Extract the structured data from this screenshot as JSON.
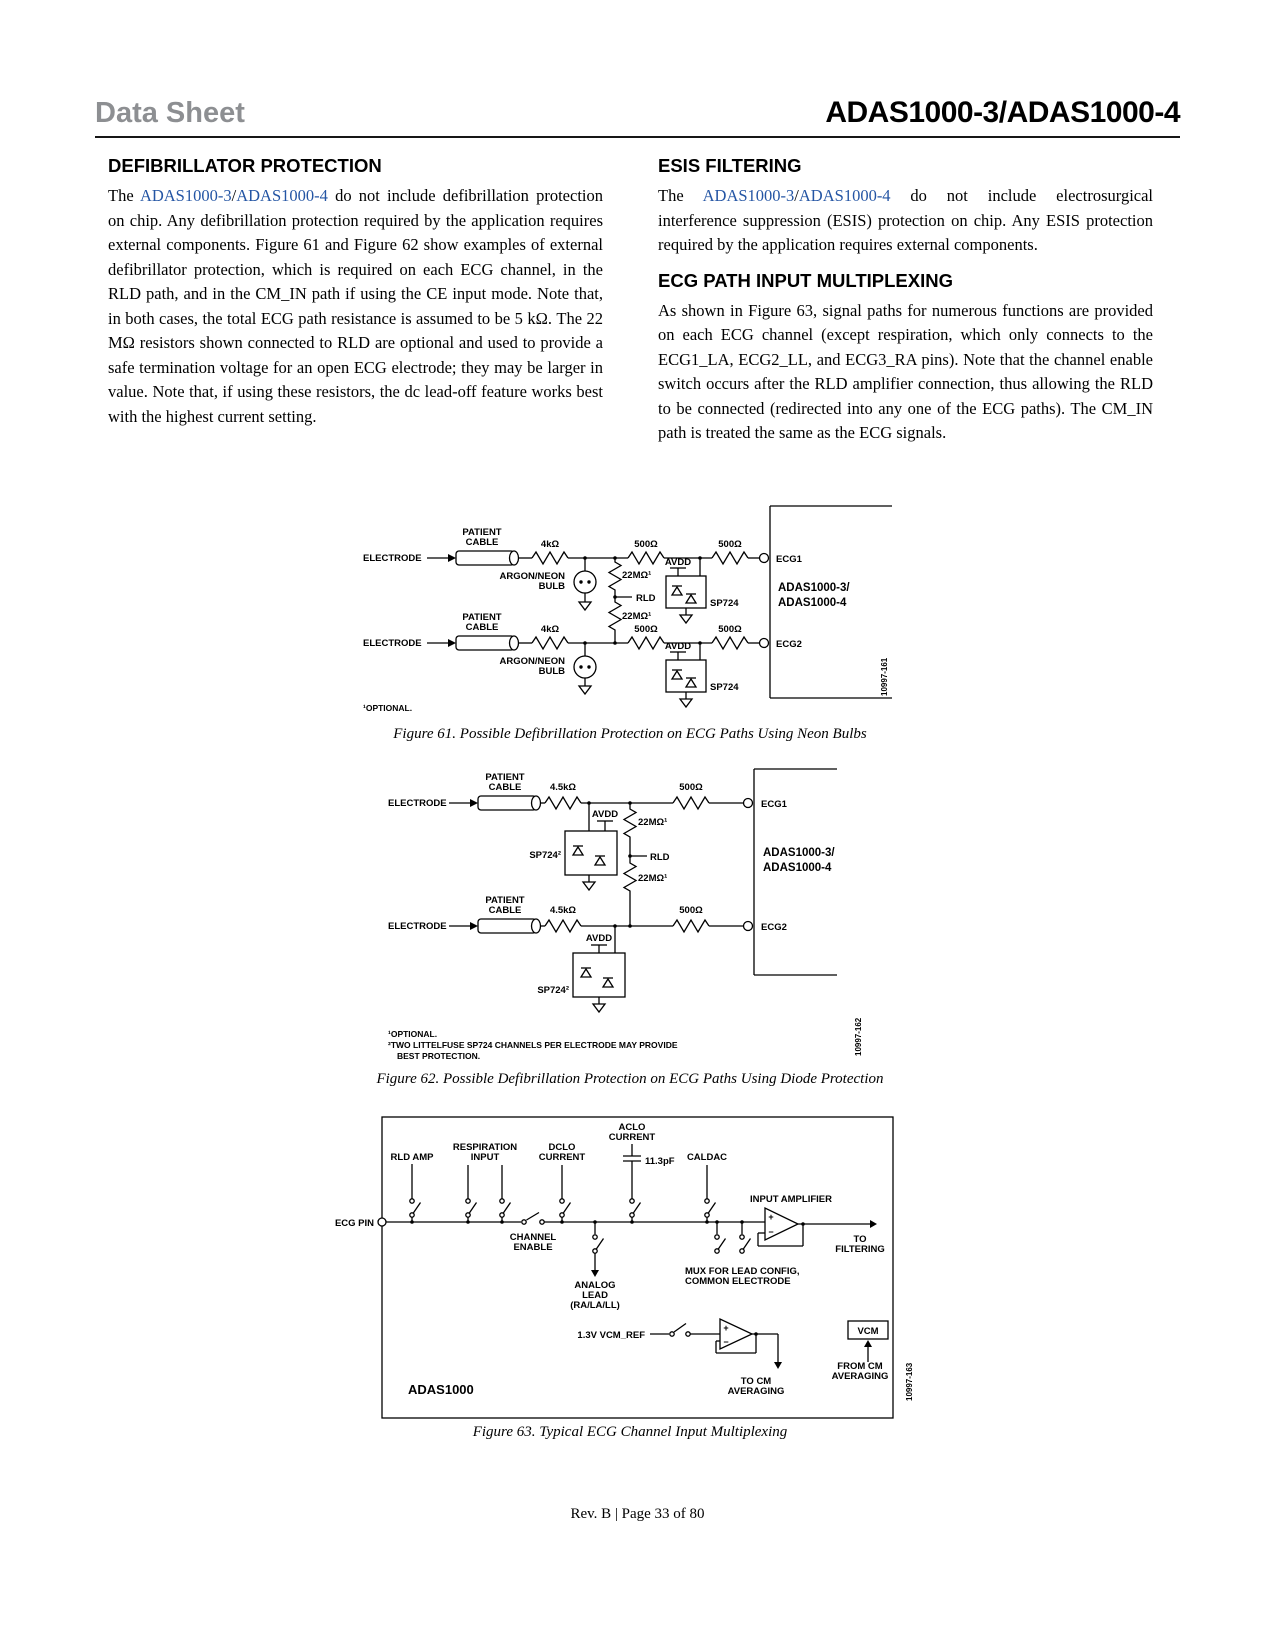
{
  "header": {
    "doc_type": "Data Sheet",
    "part_number": "ADAS1000-3/ADAS1000-4"
  },
  "sections": {
    "defib": {
      "title": "DEFIBRILLATOR PROTECTION",
      "p_pre": "The ",
      "link1": "ADAS1000-3",
      "sep": "/",
      "link2": "ADAS1000-4",
      "p_post": " do not include defibrillation protection on chip. Any defibrillation protection required by the application requires external components. Figure 61 and Figure 62 show examples of external defibrillator protection, which is required on each ECG channel, in the RLD path, and in the CM_IN path if using the CE input mode. Note that, in both cases, the total ECG path resistance is assumed to be 5 kΩ. The 22 MΩ resistors shown connected to RLD are optional and used to provide a safe termination voltage for an open ECG electrode; they may be larger in value. Note that, if using these resistors, the dc lead-off feature works best with the highest current setting."
    },
    "esis": {
      "title": "ESIS FILTERING",
      "p_pre": "The ",
      "link1": "ADAS1000-3",
      "sep": "/",
      "link2": "ADAS1000-4",
      "p_post": " do not include electrosurgical interference suppression (ESIS) protection on chip. Any ESIS protection required by the application requires external components."
    },
    "ecg_path": {
      "title": "ECG PATH INPUT MULTIPLEXING",
      "p": "As shown in Figure 63, signal paths for numerous functions are provided on each ECG channel (except respiration, which only connects to the ECG1_LA, ECG2_LL, and ECG3_RA pins). Note that the channel enable switch occurs after the RLD amplifier connection, thus allowing the RLD to be connected (redirected into any one of the ECG paths). The CM_IN path is treated the same as the ECG signals."
    }
  },
  "fig61": {
    "caption": "Figure 61. Possible Defibrillation Protection on ECG Paths Using Neon Bulbs",
    "labels": {
      "electrode": "ELECTRODE",
      "patient": "PATIENT",
      "cable": "CABLE",
      "r4k": "4kΩ",
      "r500": "500Ω",
      "r22m": "22MΩ¹",
      "argon": "ARGON/NEON",
      "bulb": "BULB",
      "avdd": "AVDD",
      "rld": "RLD",
      "sp724": "SP724",
      "ecg1": "ECG1",
      "ecg2": "ECG2",
      "chip1": "ADAS1000-3/",
      "chip2": "ADAS1000-4",
      "optional": "¹OPTIONAL.",
      "sideid": "10997-161"
    }
  },
  "fig62": {
    "caption": "Figure 62. Possible Defibrillation Protection on ECG Paths Using Diode Protection",
    "labels": {
      "electrode": "ELECTRODE",
      "patient": "PATIENT",
      "cable": "CABLE",
      "r45k": "4.5kΩ",
      "r500": "500Ω",
      "r22m": "22MΩ¹",
      "avdd": "AVDD",
      "sp724": "SP724²",
      "rld": "RLD",
      "ecg1": "ECG1",
      "ecg2": "ECG2",
      "chip1": "ADAS1000-3/",
      "chip2": "ADAS1000-4",
      "fn1": "¹OPTIONAL.",
      "fn2a": "²TWO LITTELFUSE SP724 CHANNELS PER ELECTRODE MAY PROVIDE",
      "fn2b": "BEST PROTECTION.",
      "sideid": "10997-162"
    }
  },
  "fig63": {
    "caption": "Figure 63. Typical ECG Channel Input Multiplexing",
    "labels": {
      "rld_amp": "RLD AMP",
      "respiration": "RESPIRATION",
      "input": "INPUT",
      "dclo": "DCLO",
      "current": "CURRENT",
      "aclo": "ACLO",
      "cap_value": "11.3pF",
      "caldac": "CALDAC",
      "input_amplifier": "INPUT AMPLIFIER",
      "ecg_pin": "ECG PIN",
      "channel": "CHANNEL",
      "enable": "ENABLE",
      "to": "TO",
      "filtering": "FILTERING",
      "mux1": "MUX FOR LEAD CONFIG,",
      "mux2": "COMMON ELECTRODE",
      "analog": "ANALOG",
      "lead": "LEAD",
      "leads": "(RA/LA/LL)",
      "vcm_ref": "1.3V VCM_REF",
      "vcm": "VCM",
      "from_cm": "FROM CM",
      "to_cm": "TO CM",
      "averaging": "AVERAGING",
      "adas1000": "ADAS1000",
      "opamp_plus": "+",
      "opamp_minus": "−",
      "sideid": "10997-163"
    }
  },
  "footer": {
    "revision": "Rev. B | Page 33 of 80"
  }
}
